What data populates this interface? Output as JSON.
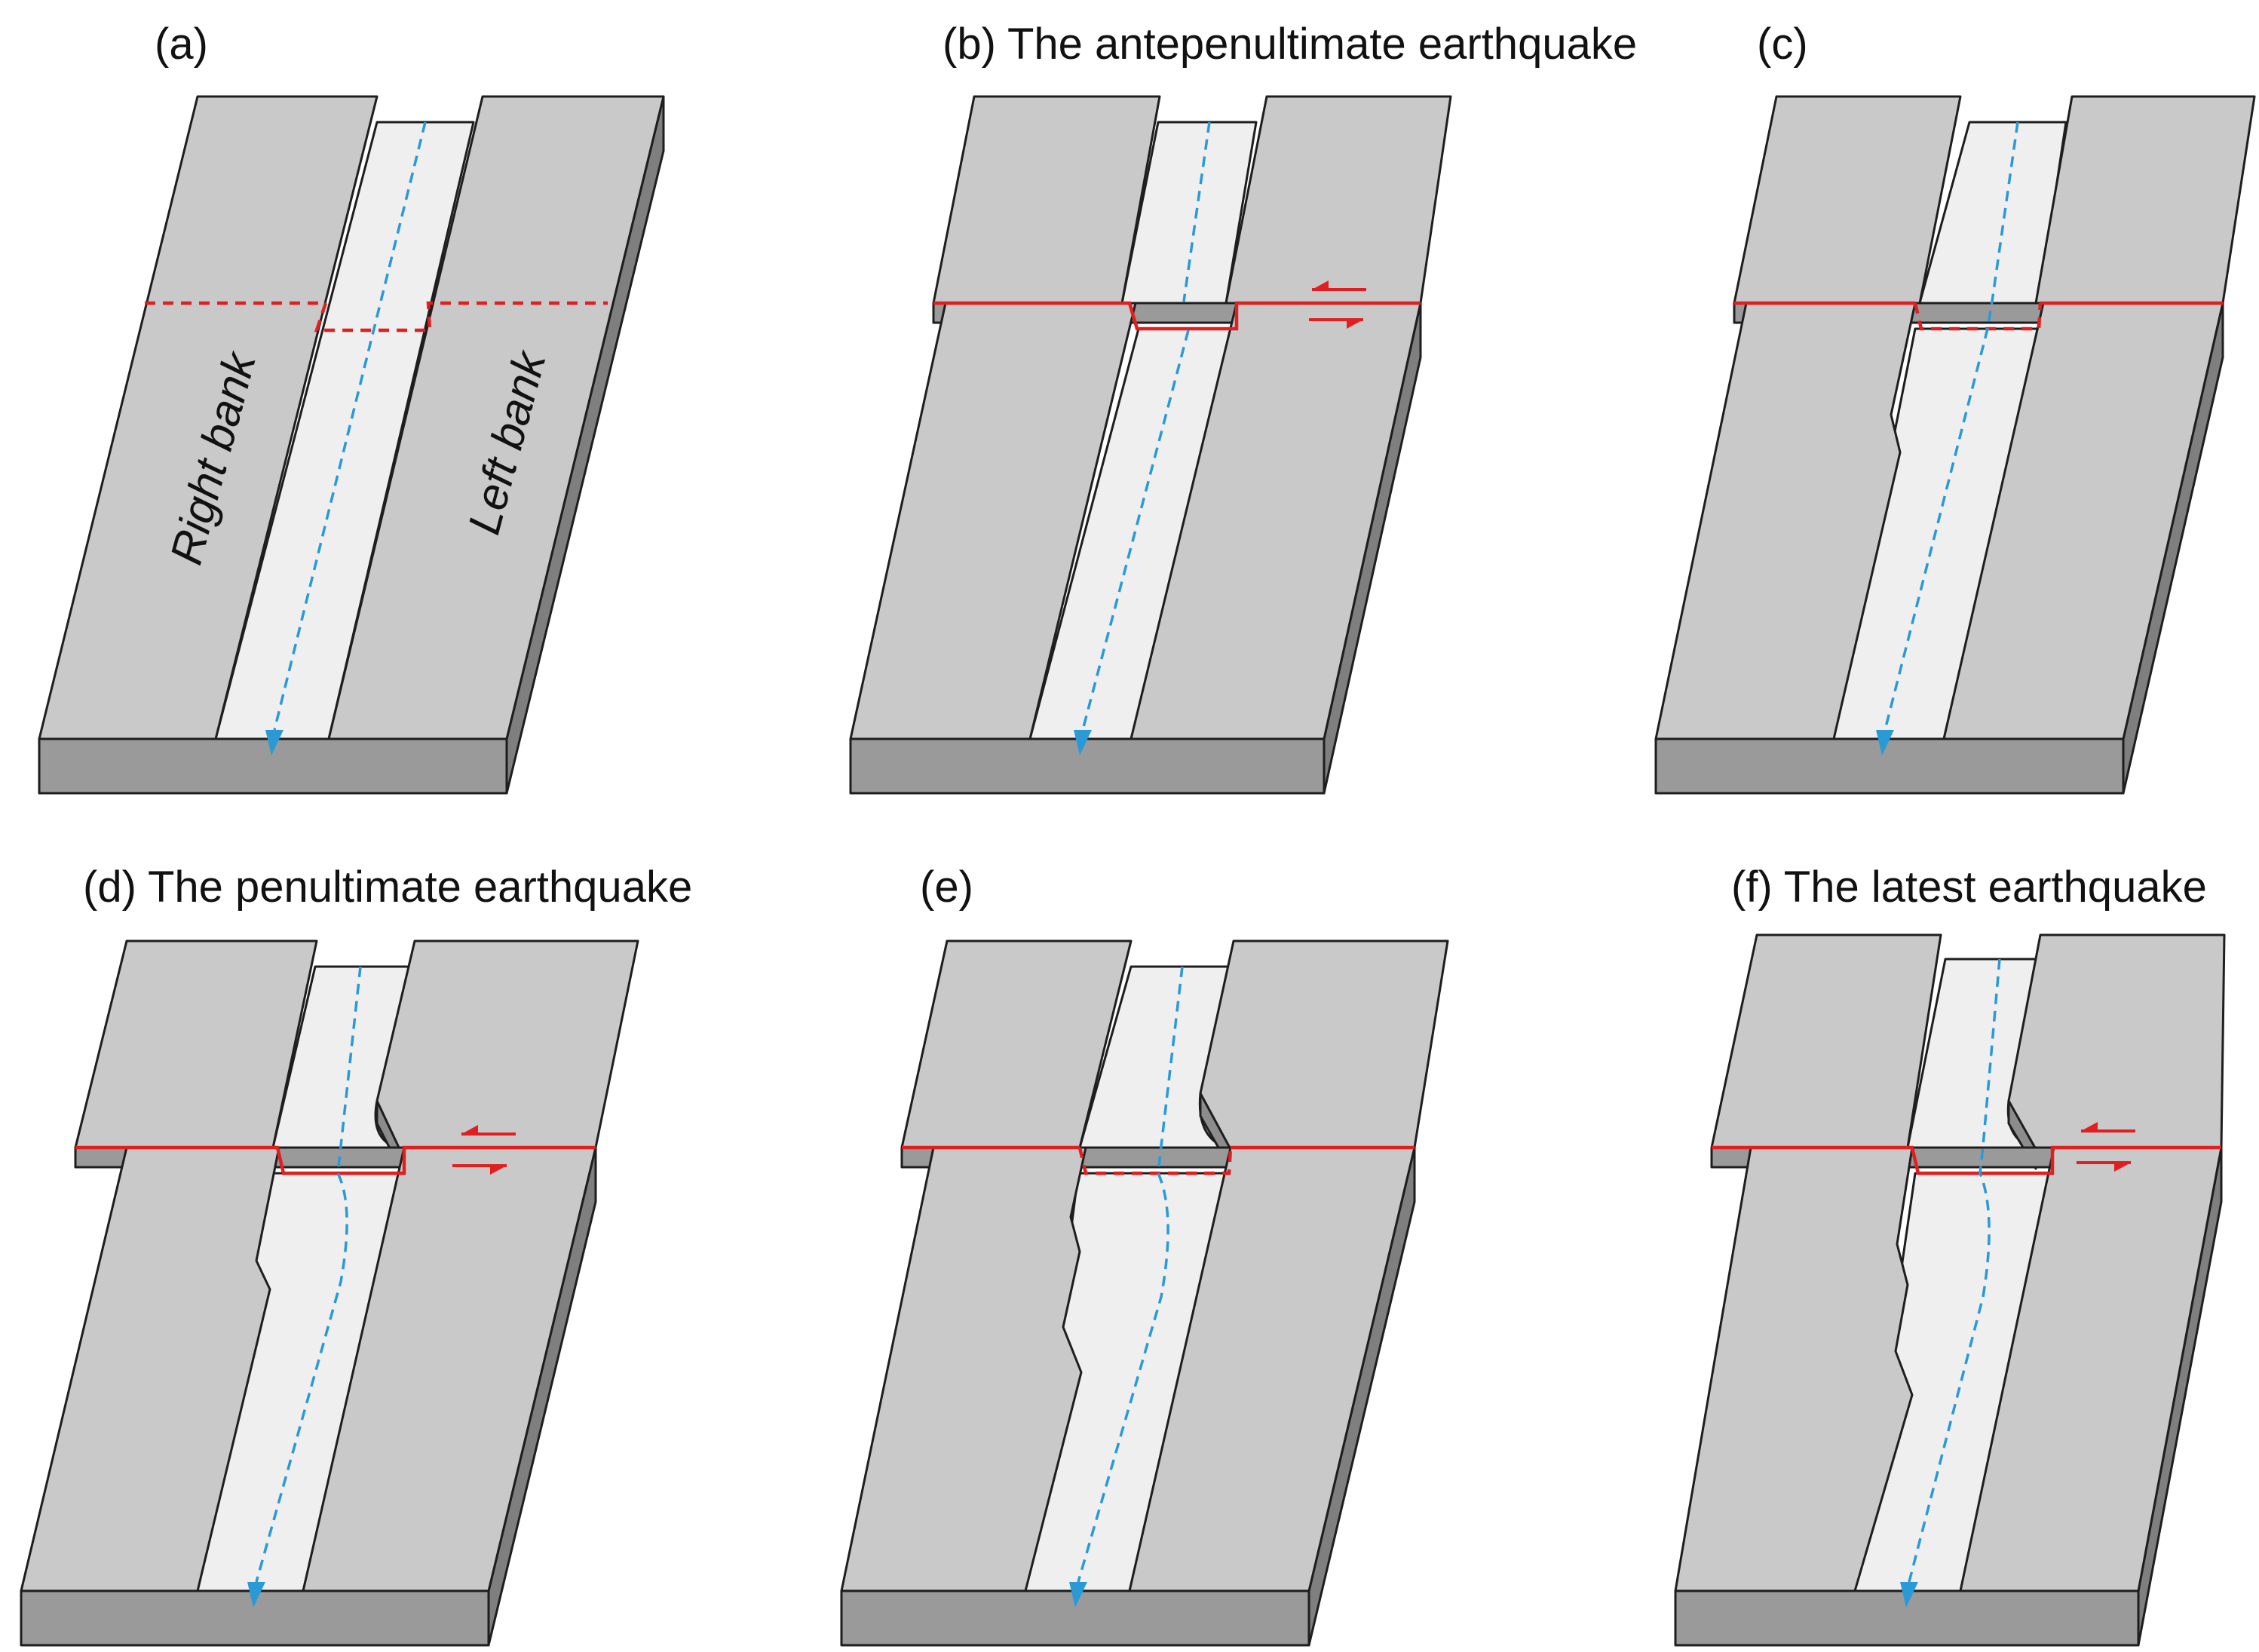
{
  "panels": [
    {
      "id": "a",
      "caption": "(a)",
      "right_bank_label": "Right bank",
      "left_bank_label": "Left bank",
      "fault": "dashed",
      "slip_arrows": false
    },
    {
      "id": "b",
      "caption": "(b) The antepenultimate earthquake",
      "fault": "solid",
      "slip_arrows": true
    },
    {
      "id": "c",
      "caption": "(c)",
      "fault": "dashed-in-channel",
      "slip_arrows": false
    },
    {
      "id": "d",
      "caption": "(d) The penultimate earthquake",
      "fault": "solid",
      "slip_arrows": true
    },
    {
      "id": "e",
      "caption": "(e)",
      "fault": "dashed-in-channel",
      "slip_arrows": false
    },
    {
      "id": "f",
      "caption": "(f) The latest earthquake",
      "fault": "solid",
      "slip_arrows": true
    }
  ],
  "colors": {
    "bank_top": "#c9c9c9",
    "block_front": "#9a9a9a",
    "riverbed": "#efefef",
    "fault_trace": "#e02020",
    "stream_flow": "#2a9ad6"
  },
  "icons": {
    "slip_arrows": "half-arrow-pair-icon",
    "flow_arrow": "arrowhead-down-icon"
  }
}
